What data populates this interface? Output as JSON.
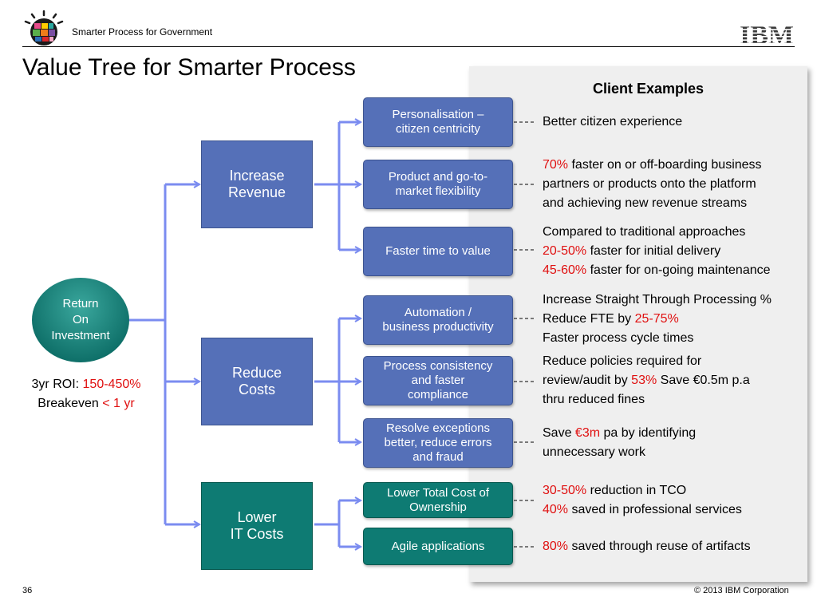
{
  "header": {
    "subtitle": "Smarter Process for Government",
    "logo_icon": "smarter-planet-icon",
    "brand_logo": "ibm-logo",
    "brand_text": "IBM"
  },
  "title": "Value Tree for Smarter Process",
  "root": {
    "lines": [
      "Return",
      "On",
      "Investment"
    ],
    "roi_label": "3yr ROI:",
    "roi_value": "150-450%",
    "breakeven_label": "Breakeven",
    "breakeven_value": "< 1 yr"
  },
  "categories": [
    {
      "lines": [
        "Increase",
        "Revenue"
      ],
      "color": "#5570b8"
    },
    {
      "lines": [
        "Reduce",
        "Costs"
      ],
      "color": "#5570b8"
    },
    {
      "lines": [
        "Lower",
        "IT Costs"
      ],
      "color": "#0e7b73"
    }
  ],
  "subs": [
    {
      "lines": [
        "Personalisation –",
        "citizen centricity"
      ]
    },
    {
      "lines": [
        "Product and go-to-",
        "market flexibility"
      ]
    },
    {
      "lines": [
        "Faster time to value"
      ]
    },
    {
      "lines": [
        "Automation /",
        "business productivity"
      ]
    },
    {
      "lines": [
        "Process consistency",
        "and faster",
        "compliance"
      ]
    },
    {
      "lines": [
        "Resolve exceptions",
        "better, reduce errors",
        "and fraud"
      ]
    },
    {
      "lines": [
        "Lower Total Cost of",
        "Ownership"
      ]
    },
    {
      "lines": [
        "Agile applications"
      ]
    }
  ],
  "examples_title": "Client Examples",
  "examples": [
    {
      "lines": [
        {
          "plain": "Better citizen experience"
        }
      ]
    },
    {
      "lines": [
        {
          "red": "70%",
          "plain": " faster on or off-boarding business"
        },
        {
          "plain": "partners or products onto the platform"
        },
        {
          "plain": "and achieving new revenue streams"
        }
      ]
    },
    {
      "lines": [
        {
          "plain": "Compared to traditional approaches"
        },
        {
          "red": "20-50%",
          "plain": " faster for initial delivery"
        },
        {
          "red": "45-60%",
          "plain": " faster for on-going maintenance"
        }
      ]
    },
    {
      "lines": [
        {
          "plain": "Increase Straight Through Processing %"
        },
        {
          "pre": "Reduce FTE by ",
          "red": "25-75%"
        },
        {
          "plain": "Faster process cycle times"
        }
      ]
    },
    {
      "lines": [
        {
          "plain": "Reduce policies required for"
        },
        {
          "pre": "review/audit by ",
          "red": "53%",
          "plain": " Save €0.5m p.a"
        },
        {
          "plain": "thru reduced fines"
        }
      ]
    },
    {
      "lines": [
        {
          "pre": "Save ",
          "red": "€3m",
          "plain": " pa by identifying"
        },
        {
          "plain": "unnecessary work"
        }
      ]
    },
    {
      "lines": [
        {
          "red": "30-50%",
          "plain": " reduction in TCO"
        },
        {
          "red": "40%",
          "plain": " saved in professional services"
        }
      ]
    },
    {
      "lines": [
        {
          "red": "80%",
          "plain": " saved through reuse of artifacts"
        }
      ]
    }
  ],
  "colors": {
    "box_blue": "#5570b8",
    "box_teal": "#0e7b73",
    "connector": "#7b8cf0",
    "highlight_red": "#e01010",
    "panel_bg": "#efefef"
  },
  "footer": {
    "page_number": "36",
    "copyright": "© 2013 IBM Corporation"
  }
}
